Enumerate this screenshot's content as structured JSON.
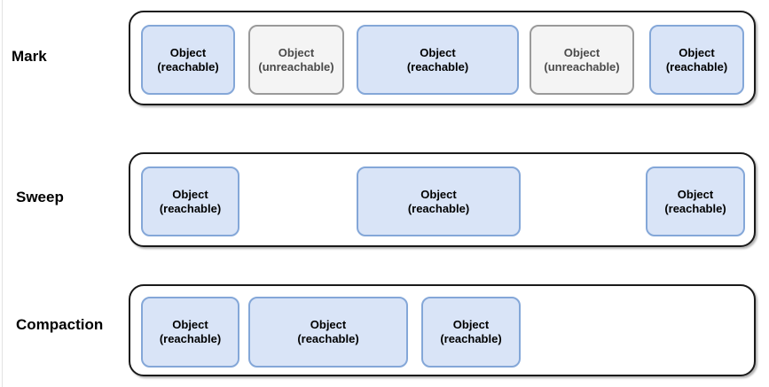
{
  "colors": {
    "reachable_fill": "#d9e4f7",
    "reachable_border": "#84a7d8",
    "unreachable_fill": "#f4f4f4",
    "unreachable_border": "#9a9a9a",
    "container_border": "#1a1a1a",
    "reachable_text": "#000000",
    "unreachable_text": "#4a4a4a",
    "page_bg": "#ffffff"
  },
  "rows": [
    {
      "label": "Mark",
      "boxes": [
        {
          "title": "Object",
          "subtitle": "(reachable)",
          "state": "reachable"
        },
        {
          "title": "Object",
          "subtitle": "(unreachable)",
          "state": "unreachable"
        },
        {
          "title": "Object",
          "subtitle": "(reachable)",
          "state": "reachable"
        },
        {
          "title": "Object",
          "subtitle": "(unreachable)",
          "state": "unreachable"
        },
        {
          "title": "Object",
          "subtitle": "(reachable)",
          "state": "reachable"
        }
      ]
    },
    {
      "label": "Sweep",
      "boxes": [
        {
          "title": "Object",
          "subtitle": "(reachable)",
          "state": "reachable"
        },
        {
          "title": "Object",
          "subtitle": "(reachable)",
          "state": "reachable"
        },
        {
          "title": "Object",
          "subtitle": "(reachable)",
          "state": "reachable"
        }
      ]
    },
    {
      "label": "Compaction",
      "boxes": [
        {
          "title": "Object",
          "subtitle": "(reachable)",
          "state": "reachable"
        },
        {
          "title": "Object",
          "subtitle": "(reachable)",
          "state": "reachable"
        },
        {
          "title": "Object",
          "subtitle": "(reachable)",
          "state": "reachable"
        }
      ]
    }
  ]
}
